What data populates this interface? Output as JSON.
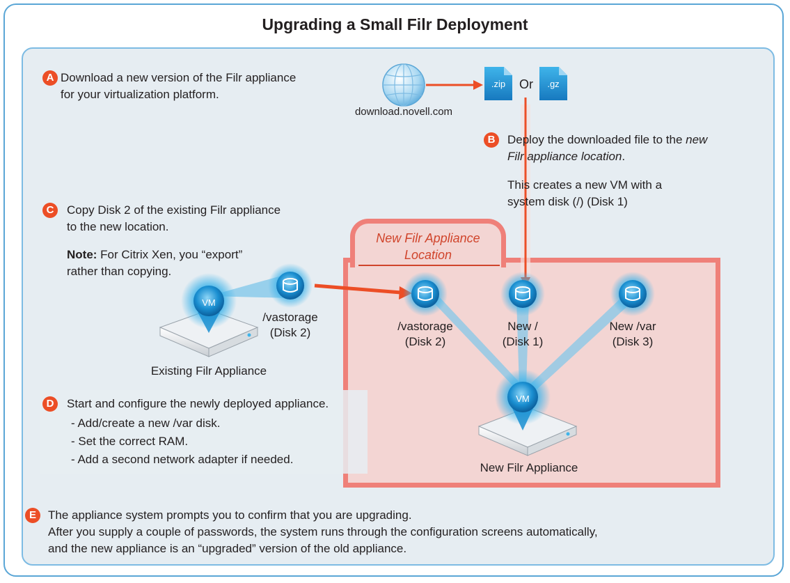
{
  "title": "Upgrading a Small Filr Deployment",
  "steps": {
    "a": {
      "badge": "A",
      "line1": "Download a new version of the Filr appliance",
      "line2": "for your virtualization platform."
    },
    "b": {
      "badge": "B",
      "line1_pre": "Deploy the downloaded file to the ",
      "line1_em": "new",
      "line2_em": "Filr appliance location",
      "line2_post": ".",
      "line3": "This creates a new VM with a",
      "line4": "system disk (/) (Disk 1)"
    },
    "c": {
      "badge": "C",
      "line1": "Copy Disk 2 of the existing Filr appliance",
      "line2": "to the new location.",
      "note_label": "Note:",
      "note_text": " For Citrix Xen, you “export”",
      "note_line2": "rather than copying."
    },
    "d": {
      "badge": "D",
      "line1": "Start and configure the newly deployed appliance.",
      "items": [
        "- Add/create a new /var disk.",
        "- Set the correct RAM.",
        "- Add a second network adapter if needed."
      ]
    },
    "e": {
      "badge": "E",
      "line1": "The appliance system prompts you to confirm that you are upgrading.",
      "line2": "After you supply a couple of passwords, the system runs through the configuration screens automatically,",
      "line3": "and the new appliance is an “upgraded” version of the old appliance."
    }
  },
  "download": {
    "site": "download.novell.com",
    "zip": ".zip",
    "gz": ".gz",
    "or": "Or"
  },
  "existing": {
    "vm": "VM",
    "disk_line1": "/vastorage",
    "disk_line2": "(Disk 2)",
    "label": "Existing Filr Appliance"
  },
  "location": {
    "title_line1": "New Filr Appliance",
    "title_line2": "Location"
  },
  "new_appliance": {
    "vm": "VM",
    "label": "New Filr Appliance",
    "disks": [
      {
        "line1": "/vastorage",
        "line2": "(Disk 2)"
      },
      {
        "line1": "New /",
        "line2": "(Disk 1)"
      },
      {
        "line1": "New /var",
        "line2": "(Disk 3)"
      }
    ]
  },
  "colors": {
    "accent": "#ec4e26",
    "location_border": "#ef8079",
    "panel": "#e6edf2",
    "outline": "#5aa6d6",
    "disk_blue": "#1b86c7"
  }
}
